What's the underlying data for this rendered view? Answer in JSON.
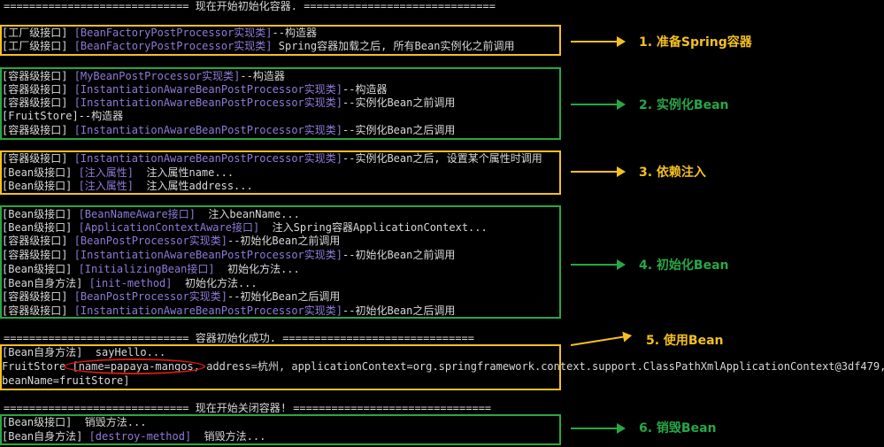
{
  "separators": {
    "start_init": "============================= 现在开始初始化容器. ==============================",
    "init_success": "============================= 容器初始化成功. ==============================",
    "start_close": "============================= 现在开始关闭容器! ==============================="
  },
  "lines": {
    "l1": [
      {
        "t": "[工厂级接口] "
      },
      {
        "t": "[BeanFactoryPostProcessor实现类]",
        "c": "pur"
      },
      {
        "t": "--构造器"
      }
    ],
    "l2": [
      {
        "t": "[工厂级接口] "
      },
      {
        "t": "[BeanFactoryPostProcessor实现类]",
        "c": "pur"
      },
      {
        "t": " Spring容器加载之后, 所有Bean实例化之前调用"
      }
    ],
    "l3": [
      {
        "t": "[容器级接口] "
      },
      {
        "t": "[MyBeanPostProcessor实现类]",
        "c": "pur"
      },
      {
        "t": "--构造器"
      }
    ],
    "l4": [
      {
        "t": "[容器级接口] "
      },
      {
        "t": "[InstantiationAwareBeanPostProcessor实现类]",
        "c": "pur"
      },
      {
        "t": "--构造器"
      }
    ],
    "l5": [
      {
        "t": "[容器级接口] "
      },
      {
        "t": "[InstantiationAwareBeanPostProcessor实现类]",
        "c": "pur"
      },
      {
        "t": "--实例化Bean之前调用"
      }
    ],
    "l6": [
      {
        "t": "[FruitStore]--构造器"
      }
    ],
    "l7": [
      {
        "t": "[容器级接口] "
      },
      {
        "t": "[InstantiationAwareBeanPostProcessor实现类]",
        "c": "pur"
      },
      {
        "t": "--实例化Bean之后调用"
      }
    ],
    "l8": [
      {
        "t": "[容器级接口] "
      },
      {
        "t": "[InstantiationAwareBeanPostProcessor实现类]",
        "c": "pur"
      },
      {
        "t": "--实例化Bean之后, 设置某个属性时调用"
      }
    ],
    "l9": [
      {
        "t": "[Bean级接口] "
      },
      {
        "t": "[注入属性]",
        "c": "pur"
      },
      {
        "t": "  注入属性name..."
      }
    ],
    "l10": [
      {
        "t": "[Bean级接口] "
      },
      {
        "t": "[注入属性]",
        "c": "pur"
      },
      {
        "t": "  注入属性address..."
      }
    ],
    "l11": [
      {
        "t": "[Bean级接口] "
      },
      {
        "t": "[BeanNameAware接口]",
        "c": "pur"
      },
      {
        "t": "  注入beanName..."
      }
    ],
    "l12": [
      {
        "t": "[Bean级接口] "
      },
      {
        "t": "[ApplicationContextAware接口]",
        "c": "pur"
      },
      {
        "t": "  注入Spring容器ApplicationContext..."
      }
    ],
    "l13": [
      {
        "t": "[容器级接口] "
      },
      {
        "t": "[BeanPostProcessor实现类]",
        "c": "pur"
      },
      {
        "t": "--初始化Bean之前调用"
      }
    ],
    "l14": [
      {
        "t": "[容器级接口] "
      },
      {
        "t": "[InstantiationAwareBeanPostProcessor实现类]",
        "c": "pur"
      },
      {
        "t": "--初始化Bean之前调用"
      }
    ],
    "l15": [
      {
        "t": "[Bean级接口] "
      },
      {
        "t": "[InitializingBean接口]",
        "c": "pur"
      },
      {
        "t": "  初始化方法..."
      }
    ],
    "l16": [
      {
        "t": "[Bean自身方法] "
      },
      {
        "t": "[init-method]",
        "c": "pur"
      },
      {
        "t": "  初始化方法..."
      }
    ],
    "l17": [
      {
        "t": "[容器级接口] "
      },
      {
        "t": "[BeanPostProcessor实现类]",
        "c": "pur"
      },
      {
        "t": "--初始化Bean之后调用"
      }
    ],
    "l18": [
      {
        "t": "[容器级接口] "
      },
      {
        "t": "[InstantiationAwareBeanPostProcessor实现类]",
        "c": "pur"
      },
      {
        "t": "--初始化Bean之后调用"
      }
    ],
    "l19": [
      {
        "t": "[Bean自身方法]  sayHello..."
      }
    ],
    "l20": [
      {
        "t": "FruitStore [name=papaya-mangos, address=杭州, applicationContext=org.springframework.context.support.ClassPathXmlApplicationContext@3df479,"
      }
    ],
    "l21": [
      {
        "t": "beanName=fruitStore]"
      }
    ],
    "l22": [
      {
        "t": "[Bean级接口]  销毁方法..."
      }
    ],
    "l23": [
      {
        "t": "[Bean自身方法] "
      },
      {
        "t": "[destroy-method]",
        "c": "pur"
      },
      {
        "t": "  销毁方法..."
      }
    ]
  },
  "stages": {
    "s1": "1. 准备Spring容器",
    "s2": "2. 实例化Bean",
    "s3": "3. 依赖注入",
    "s4": "4. 初始化Bean",
    "s5": "5. 使用Bean",
    "s6": "6. 销毁Bean"
  },
  "colors": {
    "background": "#000000",
    "text": "#d8d8d8",
    "class_name": "#8f7ad9",
    "highlight_yellow": "#f4c021",
    "highlight_green": "#28a745",
    "annotation_red": "#d11a1a"
  }
}
